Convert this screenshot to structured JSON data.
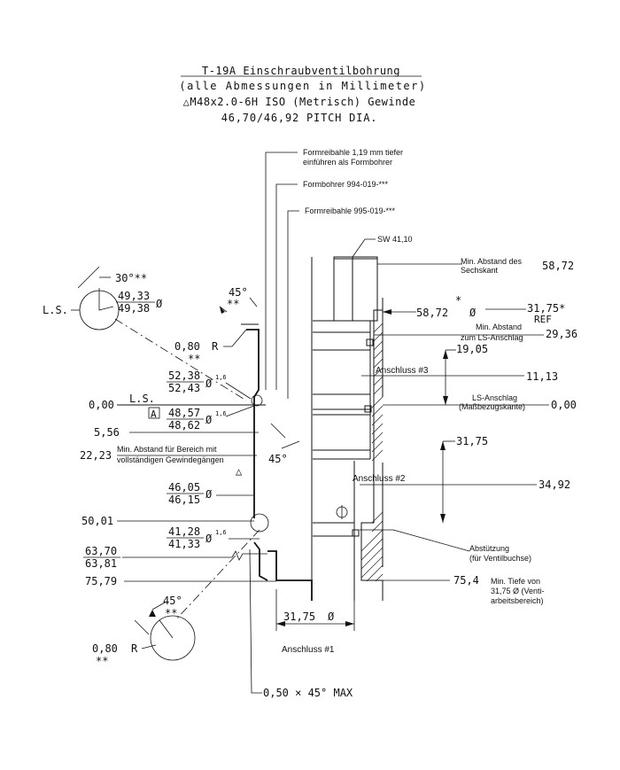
{
  "header": {
    "title": "T-19A Einschraubventilbohrung",
    "subtitle": "(alle Abmessungen in Millimeter)",
    "thread": "△M48x2.0-6H ISO (Metrisch) Gewinde",
    "pitch": "46,70/46,92 PITCH DIA."
  },
  "notes": {
    "formreibahle_tiefer_1": "Formreibahle 1,19 mm tiefer",
    "formreibahle_tiefer_2": "einführen als Formbohrer",
    "formbohrer": "Formbohrer 994-019-***",
    "formreibahle": "Formreibahle 995-019-***",
    "sw": "SW 41,10",
    "min_abstand_sechskant_1": "Min. Abstand des",
    "min_abstand_sechskant_2": "Sechskant",
    "min_abstand_ls_1": "Min. Abstand",
    "min_abstand_ls_2": "zum LS-Anschlag",
    "anschluss3": "Anschluss #3",
    "ls_anschlag_1": "LS-Anschlag",
    "ls_anschlag_2": "(Maßbezugskante)",
    "min_abstand_bereich_1": "Min. Abstand für Bereich mit",
    "min_abstand_bereich_2": "vollständigen Gewindegängen",
    "anschluss2": "Anschluss #2",
    "abstuetzung_1": "Abstützung",
    "abstuetzung_2": "(für Ventilbuchse)",
    "min_tiefe_1": "Min. Tiefe von",
    "min_tiefe_2": "31,75 Ø (Venti-",
    "min_tiefe_3": "arbeitsbereich)",
    "anschluss1": "Anschluss #1",
    "chamfer": "0,50 × 45° MAX"
  },
  "dimensions": {
    "ls_left": "L.S.",
    "angle_30": "30°**",
    "dia_49_33": "49,33",
    "dia_49_38": "49,38",
    "dia_sym": "Ø",
    "r080_top": "0,80",
    "r_label": "R",
    "stars2": "**",
    "angle_45": "45°",
    "d52_38": "52,38",
    "d52_43": "52,43",
    "tol_1_6": "1,6",
    "zero": "0,00",
    "ls_zero": "L.S.",
    "d48_57": "48,57",
    "d48_62": "48,62",
    "datum_a": "A",
    "v556": "5,56",
    "v2223": "22,23",
    "d46_05": "46,05",
    "d46_15": "46,15",
    "v5001": "50,01",
    "d41_28": "41,28",
    "d41_33": "41,33",
    "v6370": "63,70",
    "v6381": "63,81",
    "v7579": "75,79",
    "r080_bottom": "0,80",
    "d31_75": "31,75",
    "r58_72": "58,72",
    "d58_72": "58,72",
    "star1": "*",
    "r31_75s": "31,75*",
    "ref": "REF",
    "r29_36": "29,36",
    "r19_05": "19,05",
    "r11_13": "11,13",
    "r0_00": "0,00",
    "r31_75": "31,75",
    "r34_92": "34,92",
    "r75_4": "75,4",
    "tri": "△"
  }
}
